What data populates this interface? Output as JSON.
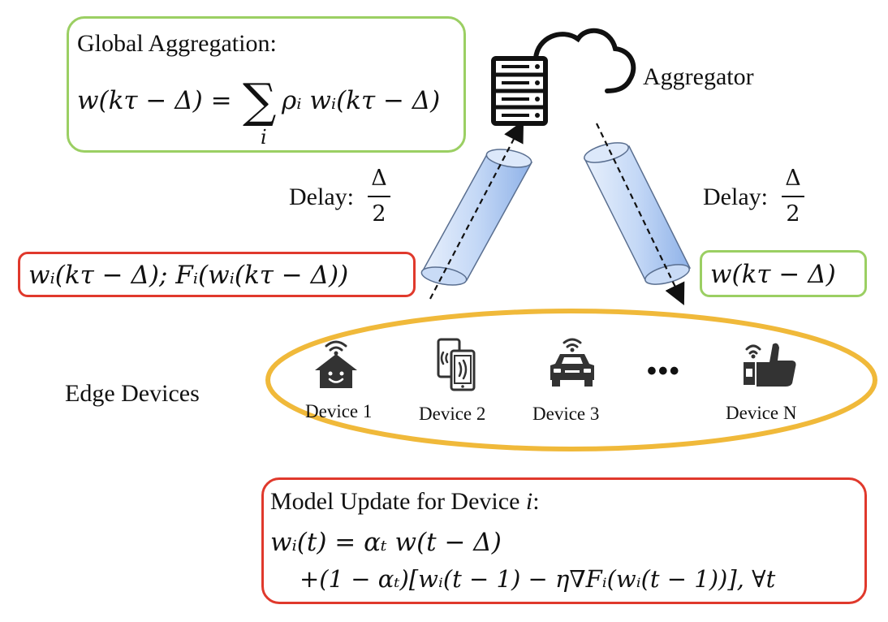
{
  "global_aggregation": {
    "title": "Global Aggregation:",
    "lhs": "w(kτ − Δ) =",
    "sum_symbol": "∑",
    "sum_index": "i",
    "rhs": "ρᵢ wᵢ(kτ − Δ)"
  },
  "aggregator": {
    "label": "Aggregator",
    "icon": "server-cloud-icon"
  },
  "delay_left": {
    "label": "Delay:",
    "numerator": "Δ",
    "denominator": "2"
  },
  "delay_right": {
    "label": "Delay:",
    "numerator": "Δ",
    "denominator": "2"
  },
  "upload_box": {
    "text": "wᵢ(kτ − Δ); Fᵢ(wᵢ(kτ − Δ))"
  },
  "download_box": {
    "text": "w(kτ − Δ)"
  },
  "edge_devices": {
    "label": "Edge Devices",
    "devices": [
      {
        "label": "Device 1",
        "icon": "smart-home-icon"
      },
      {
        "label": "Device 2",
        "icon": "smartphone-icon"
      },
      {
        "label": "Device 3",
        "icon": "connected-car-icon"
      },
      {
        "label": "Device N",
        "icon": "smart-wearable-icon"
      }
    ],
    "ellipsis": "•••"
  },
  "model_update": {
    "title_prefix": "Model Update for Device ",
    "title_var": "i",
    "title_suffix": ":",
    "line1": "wᵢ(t) = αₜ w(t − Δ)",
    "line2": "+(1 − αₜ)[wᵢ(t − 1) − η∇Fᵢ(wᵢ(t − 1))], ∀t"
  },
  "colors": {
    "green_border": "#9bcf63",
    "red_border": "#e0392c",
    "ellipse": "#f0b93a",
    "pipe": "#aac8f0"
  }
}
